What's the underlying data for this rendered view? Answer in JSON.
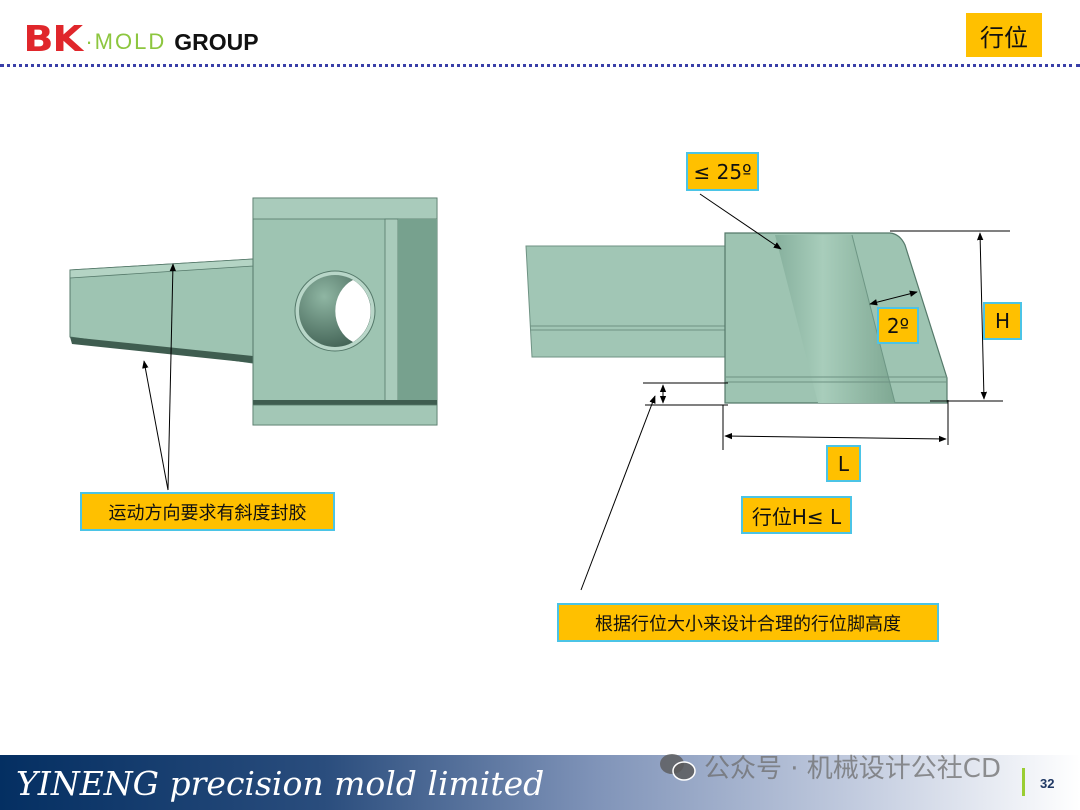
{
  "header": {
    "logo": {
      "bk": "BK",
      "mold": "·MOLD",
      "group": "GROUP"
    },
    "title": "行位"
  },
  "diagram": {
    "labels": {
      "angle_max": "≤ 25º",
      "draft": "2º",
      "height": "H",
      "length": "L",
      "rule": "行位H≤ L",
      "left_note": "运动方向要求有斜度封胶",
      "foot_note": "根据行位大小来设计合理的行位脚高度"
    },
    "colors": {
      "part": "#9ec4b2",
      "part_dark": "#6f9c88",
      "tag_fill": "#ffc000",
      "tag_border": "#4bc4e6"
    }
  },
  "footer": {
    "company": "YINENG precision mold limited",
    "watermark": "公众号 · 机械设计公社CD",
    "page_number": "32"
  }
}
